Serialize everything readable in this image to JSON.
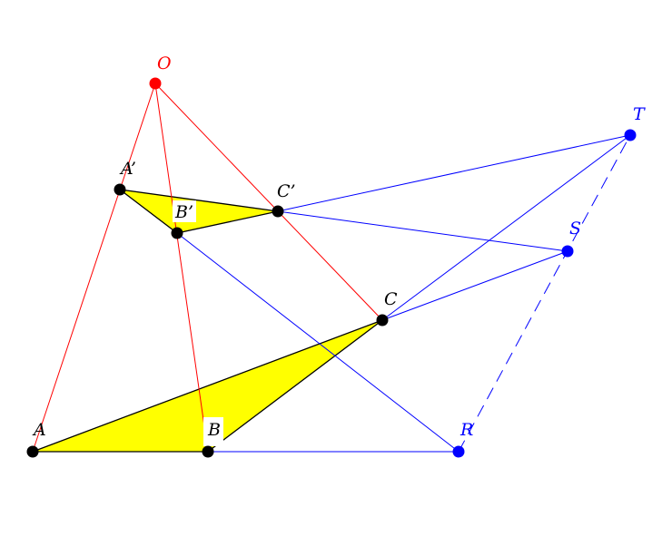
{
  "diagram": {
    "type": "desargues-configuration",
    "colors": {
      "perspective_center": "#ff0000",
      "axis_points": "#0000ff",
      "triangle_vertices": "#000000",
      "triangle_fill": "#ffff00",
      "projection_lines": "#ff0000",
      "extension_lines": "#0000ff",
      "background": "#ffffff"
    },
    "labels": {
      "O": "O",
      "A": "A",
      "B": "B",
      "C": "C",
      "A_prime": "A’",
      "B_prime": "B’",
      "C_prime": "C’",
      "R": "R",
      "S": "S",
      "T": "T"
    },
    "collinear_axis": [
      "R",
      "S",
      "T"
    ],
    "triangles": [
      [
        "A",
        "B",
        "C"
      ],
      [
        "A’",
        "B’",
        "C’"
      ]
    ]
  }
}
